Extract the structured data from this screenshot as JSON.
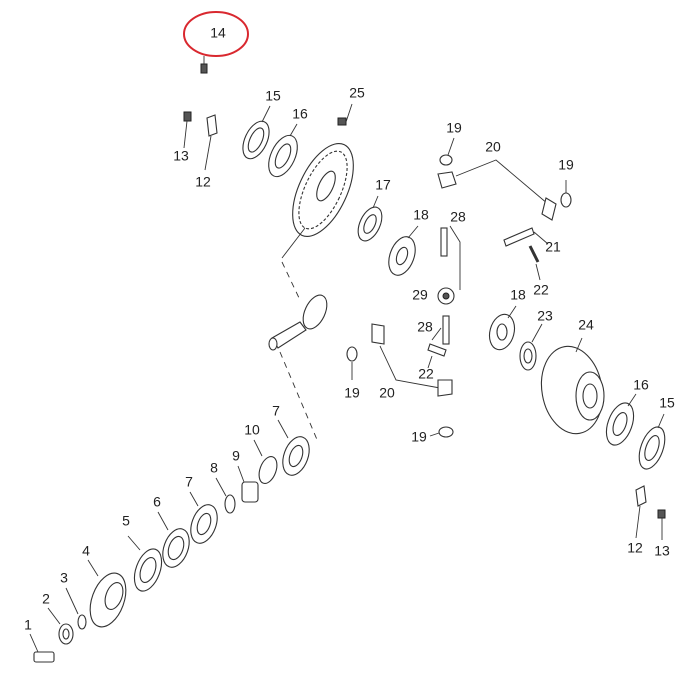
{
  "highlight": {
    "part": "14",
    "color": "#d9282f"
  },
  "labels": {
    "p1": "1",
    "p2": "2",
    "p3": "3",
    "p4": "4",
    "p5": "5",
    "p6": "6",
    "p7a": "7",
    "p7b": "7",
    "p8": "8",
    "p9": "9",
    "p10": "10",
    "p12a": "12",
    "p12b": "12",
    "p13a": "13",
    "p13b": "13",
    "p14": "14",
    "p15a": "15",
    "p15b": "15",
    "p16a": "16",
    "p16b": "16",
    "p17": "17",
    "p18a": "18",
    "p18b": "18",
    "p19a": "19",
    "p19b": "19",
    "p19c": "19",
    "p19d": "19",
    "p20a": "20",
    "p20b": "20",
    "p21": "21",
    "p22a": "22",
    "p22b": "22",
    "p23": "23",
    "p24": "24",
    "p25": "25",
    "p28a": "28",
    "p28b": "28",
    "p29": "29"
  },
  "colors": {
    "line": "#333333",
    "highlight": "#d9282f",
    "background": "#ffffff"
  }
}
